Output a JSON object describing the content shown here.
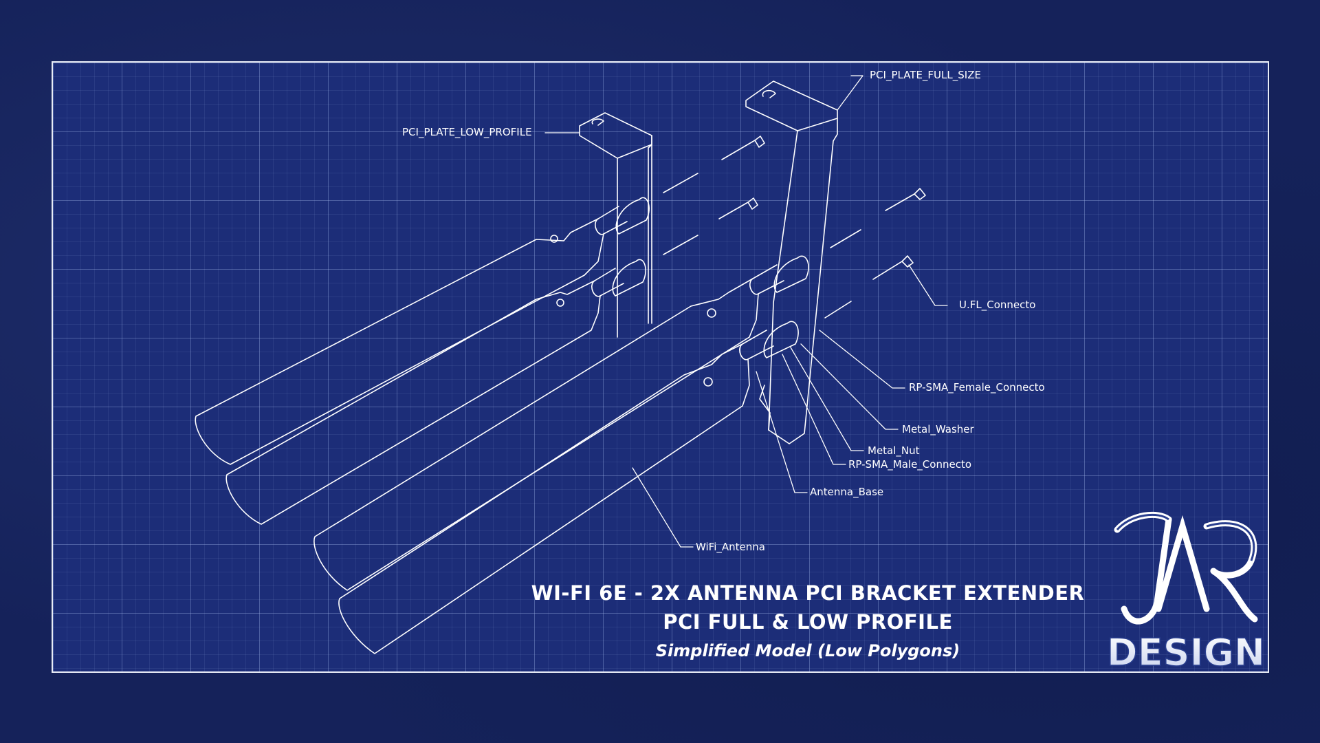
{
  "labels": {
    "pci_plate_full_size": "PCI_PLATE_FULL_SIZE",
    "pci_plate_low_profile": "PCI_PLATE_LOW_PROFILE",
    "ufl_connector": "U.FL_Connecto",
    "rp_sma_female": "RP-SMA_Female_Connecto",
    "metal_washer": "Metal_Washer",
    "metal_nut": "Metal_Nut",
    "rp_sma_male": "RP-SMA_Male_Connecto",
    "antenna_base": "Antenna_Base",
    "wifi_antenna": "WiFi_Antenna"
  },
  "title": {
    "line1": "WI-FI 6E - 2X ANTENNA PCI BRACKET EXTENDER",
    "line2": "PCI FULL & LOW PROFILE",
    "subtitle": "Simplified Model (Low Polygons)"
  },
  "logo": {
    "monogram": "JAR",
    "text": "DESIGN"
  },
  "colors": {
    "background": "#15225a",
    "blueprint": "#1c2d78",
    "line": "#ffffff"
  }
}
